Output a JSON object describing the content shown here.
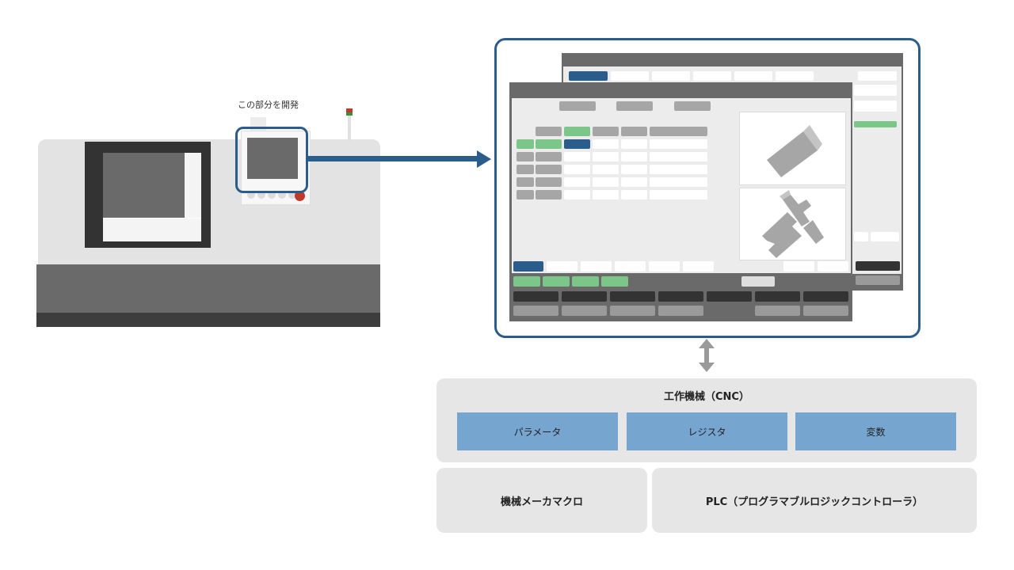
{
  "callout_label": "この部分を開発",
  "cnc": {
    "title": "工作機械（CNC）",
    "items": [
      "パラメータ",
      "レジスタ",
      "変数"
    ]
  },
  "bottom_boxes": {
    "macro": "機械メーカマクロ",
    "plc": "PLC（プログラマブルロジックコントローラ）"
  },
  "colors": {
    "accent_blue": "#2a5d8b",
    "light_blue": "#76a5d0",
    "green": "#7cc68a",
    "estop_red": "#c0392b"
  }
}
